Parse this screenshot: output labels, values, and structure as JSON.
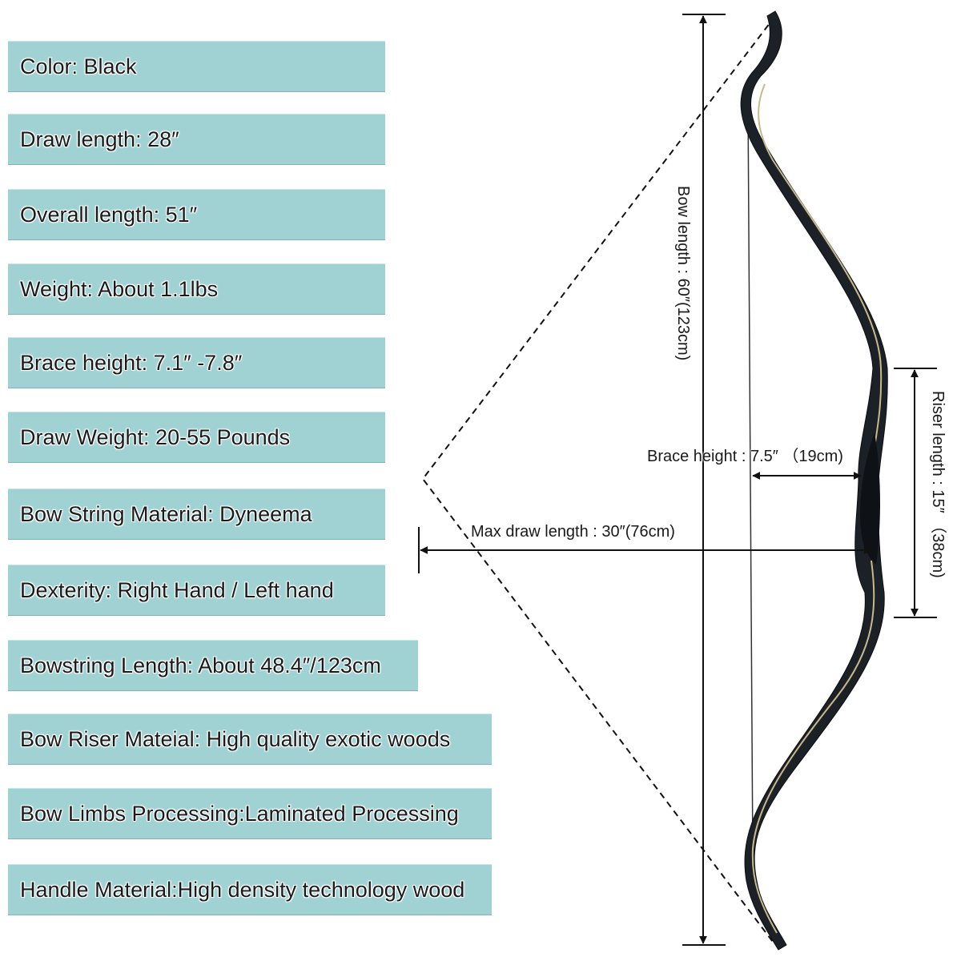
{
  "specs": [
    "Color: Black",
    "Draw length: 28″",
    "Overall length: 51″",
    "Weight: About 1.1lbs",
    "Brace height: 7.1″ -7.8″",
    "Draw Weight: 20-55 Pounds",
    "Bow String Material: Dyneema",
    "Dexterity: Right Hand / Left hand",
    "Bowstring Length: About 48.4″/123cm",
    "Bow Riser Mateial: High quality exotic woods",
    "Bow Limbs Processing:Laminated Processing",
    "Handle Material:High density technology wood"
  ],
  "diagram": {
    "bow_length_label": "Bow length : 60″(123cm)",
    "riser_length_label": "Riser length : 15″ （38cm)",
    "brace_height_label": "Brace height : 7.5″ （19cm)",
    "max_draw_label": "Max draw length : 30″(76cm)"
  },
  "colors": {
    "spec_bar": "#a0d2d3",
    "bow_limb": "#1c2128",
    "laminate": "#c9b98a"
  }
}
